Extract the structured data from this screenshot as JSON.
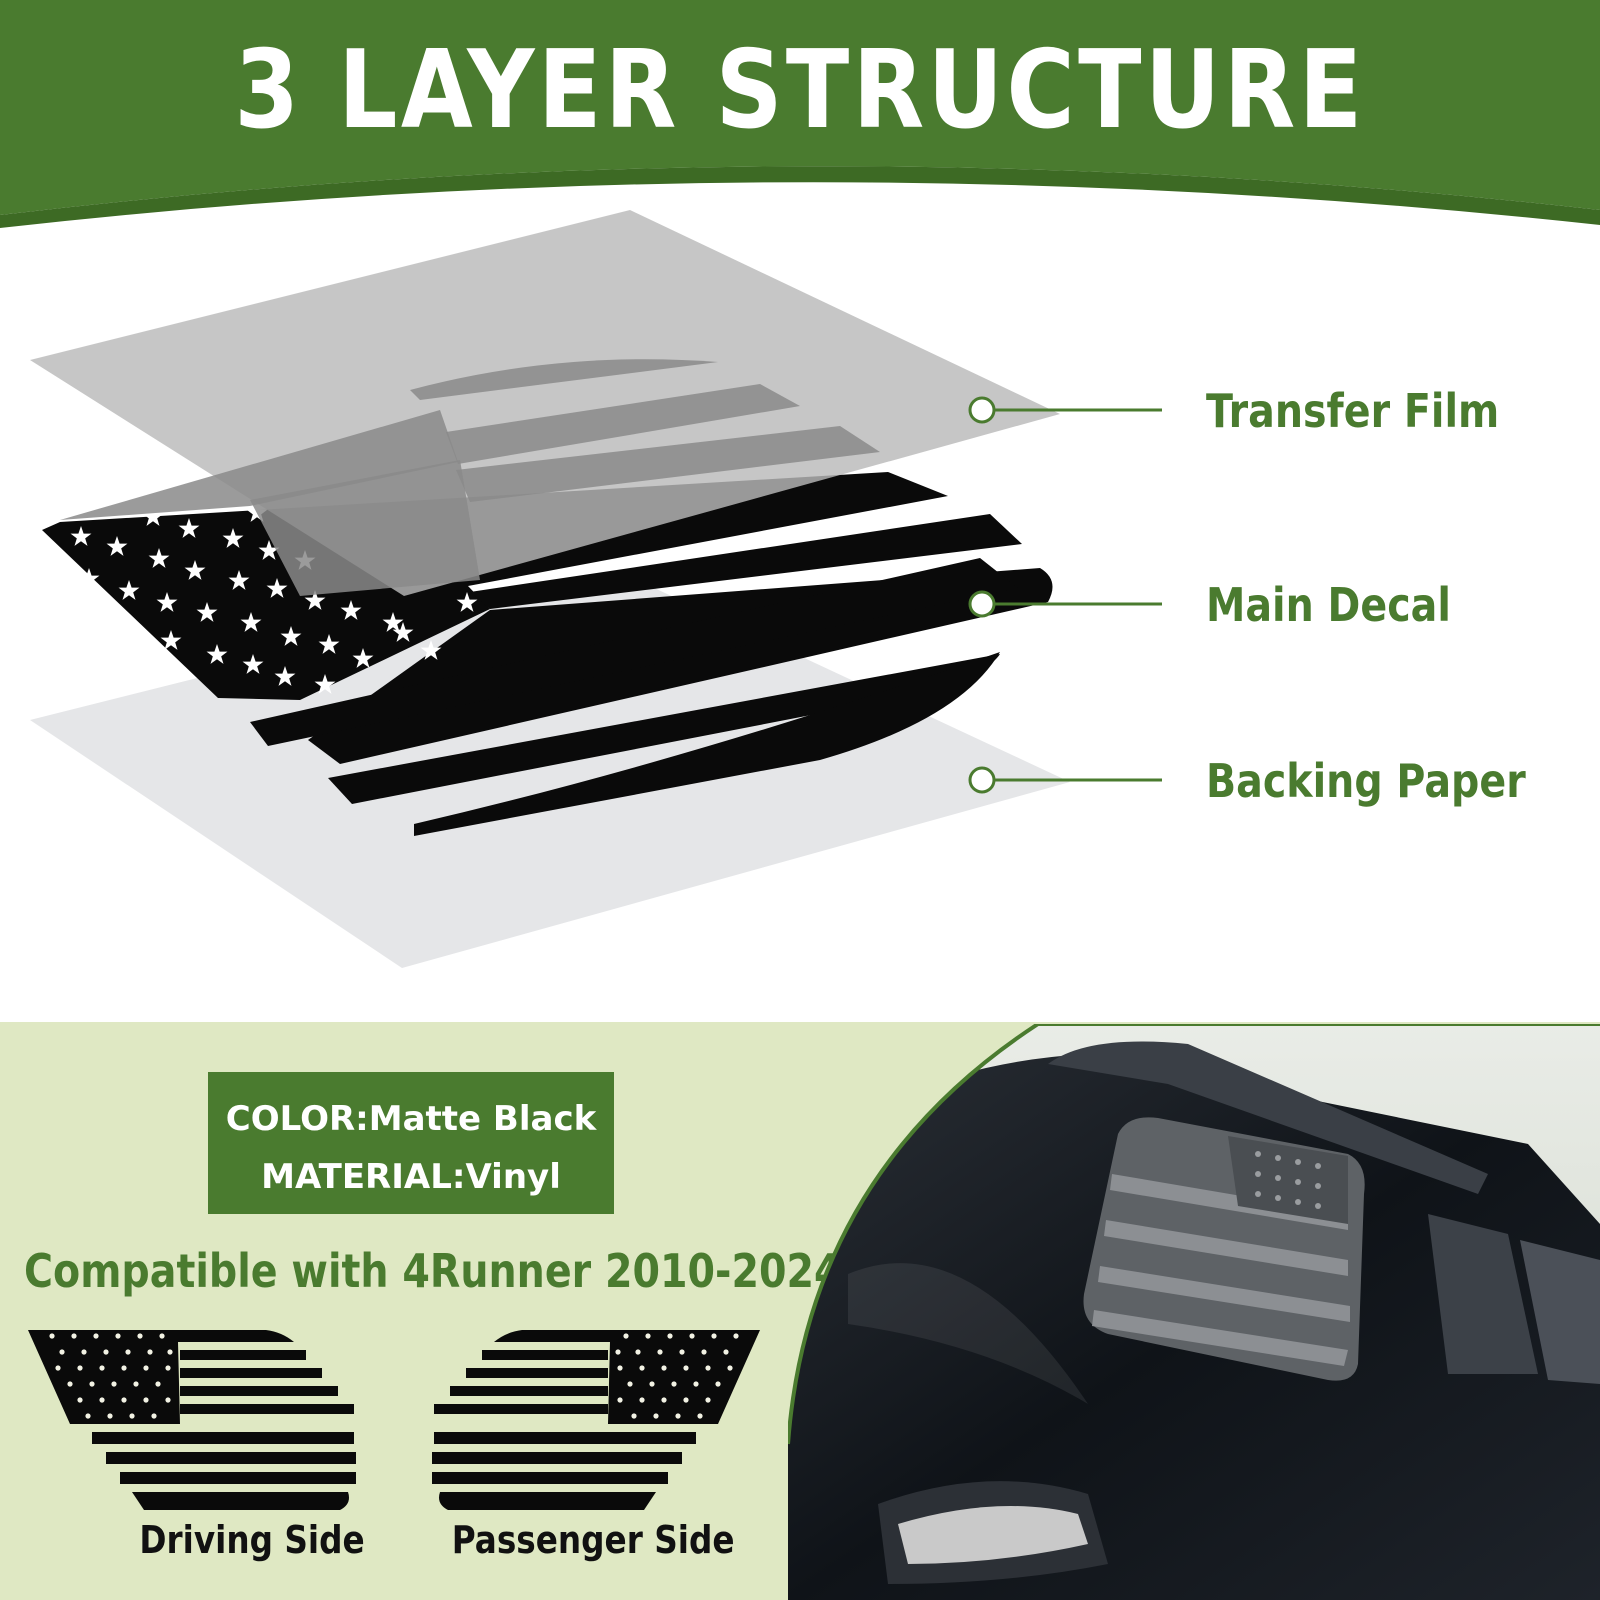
{
  "header": {
    "title": "3 LAYER STRUCTURE"
  },
  "layers": [
    {
      "label": "Transfer Film"
    },
    {
      "label": "Main Decal"
    },
    {
      "label": "Backing Paper"
    }
  ],
  "specs": {
    "color_line": "COLOR:Matte Black",
    "material_line": "MATERIAL:Vinyl"
  },
  "compatibility": "Compatible with 4Runner 2010-2024",
  "decals": {
    "left_label": "Driving Side",
    "right_label": "Passenger Side"
  },
  "colors": {
    "brand_green": "#4a7b2f",
    "light_green_bg": "#dfe8c3",
    "decal_black": "#0a0a0a"
  },
  "icons": [
    "american-flag-decal-icon",
    "star-icon",
    "leader-dot-icon"
  ]
}
